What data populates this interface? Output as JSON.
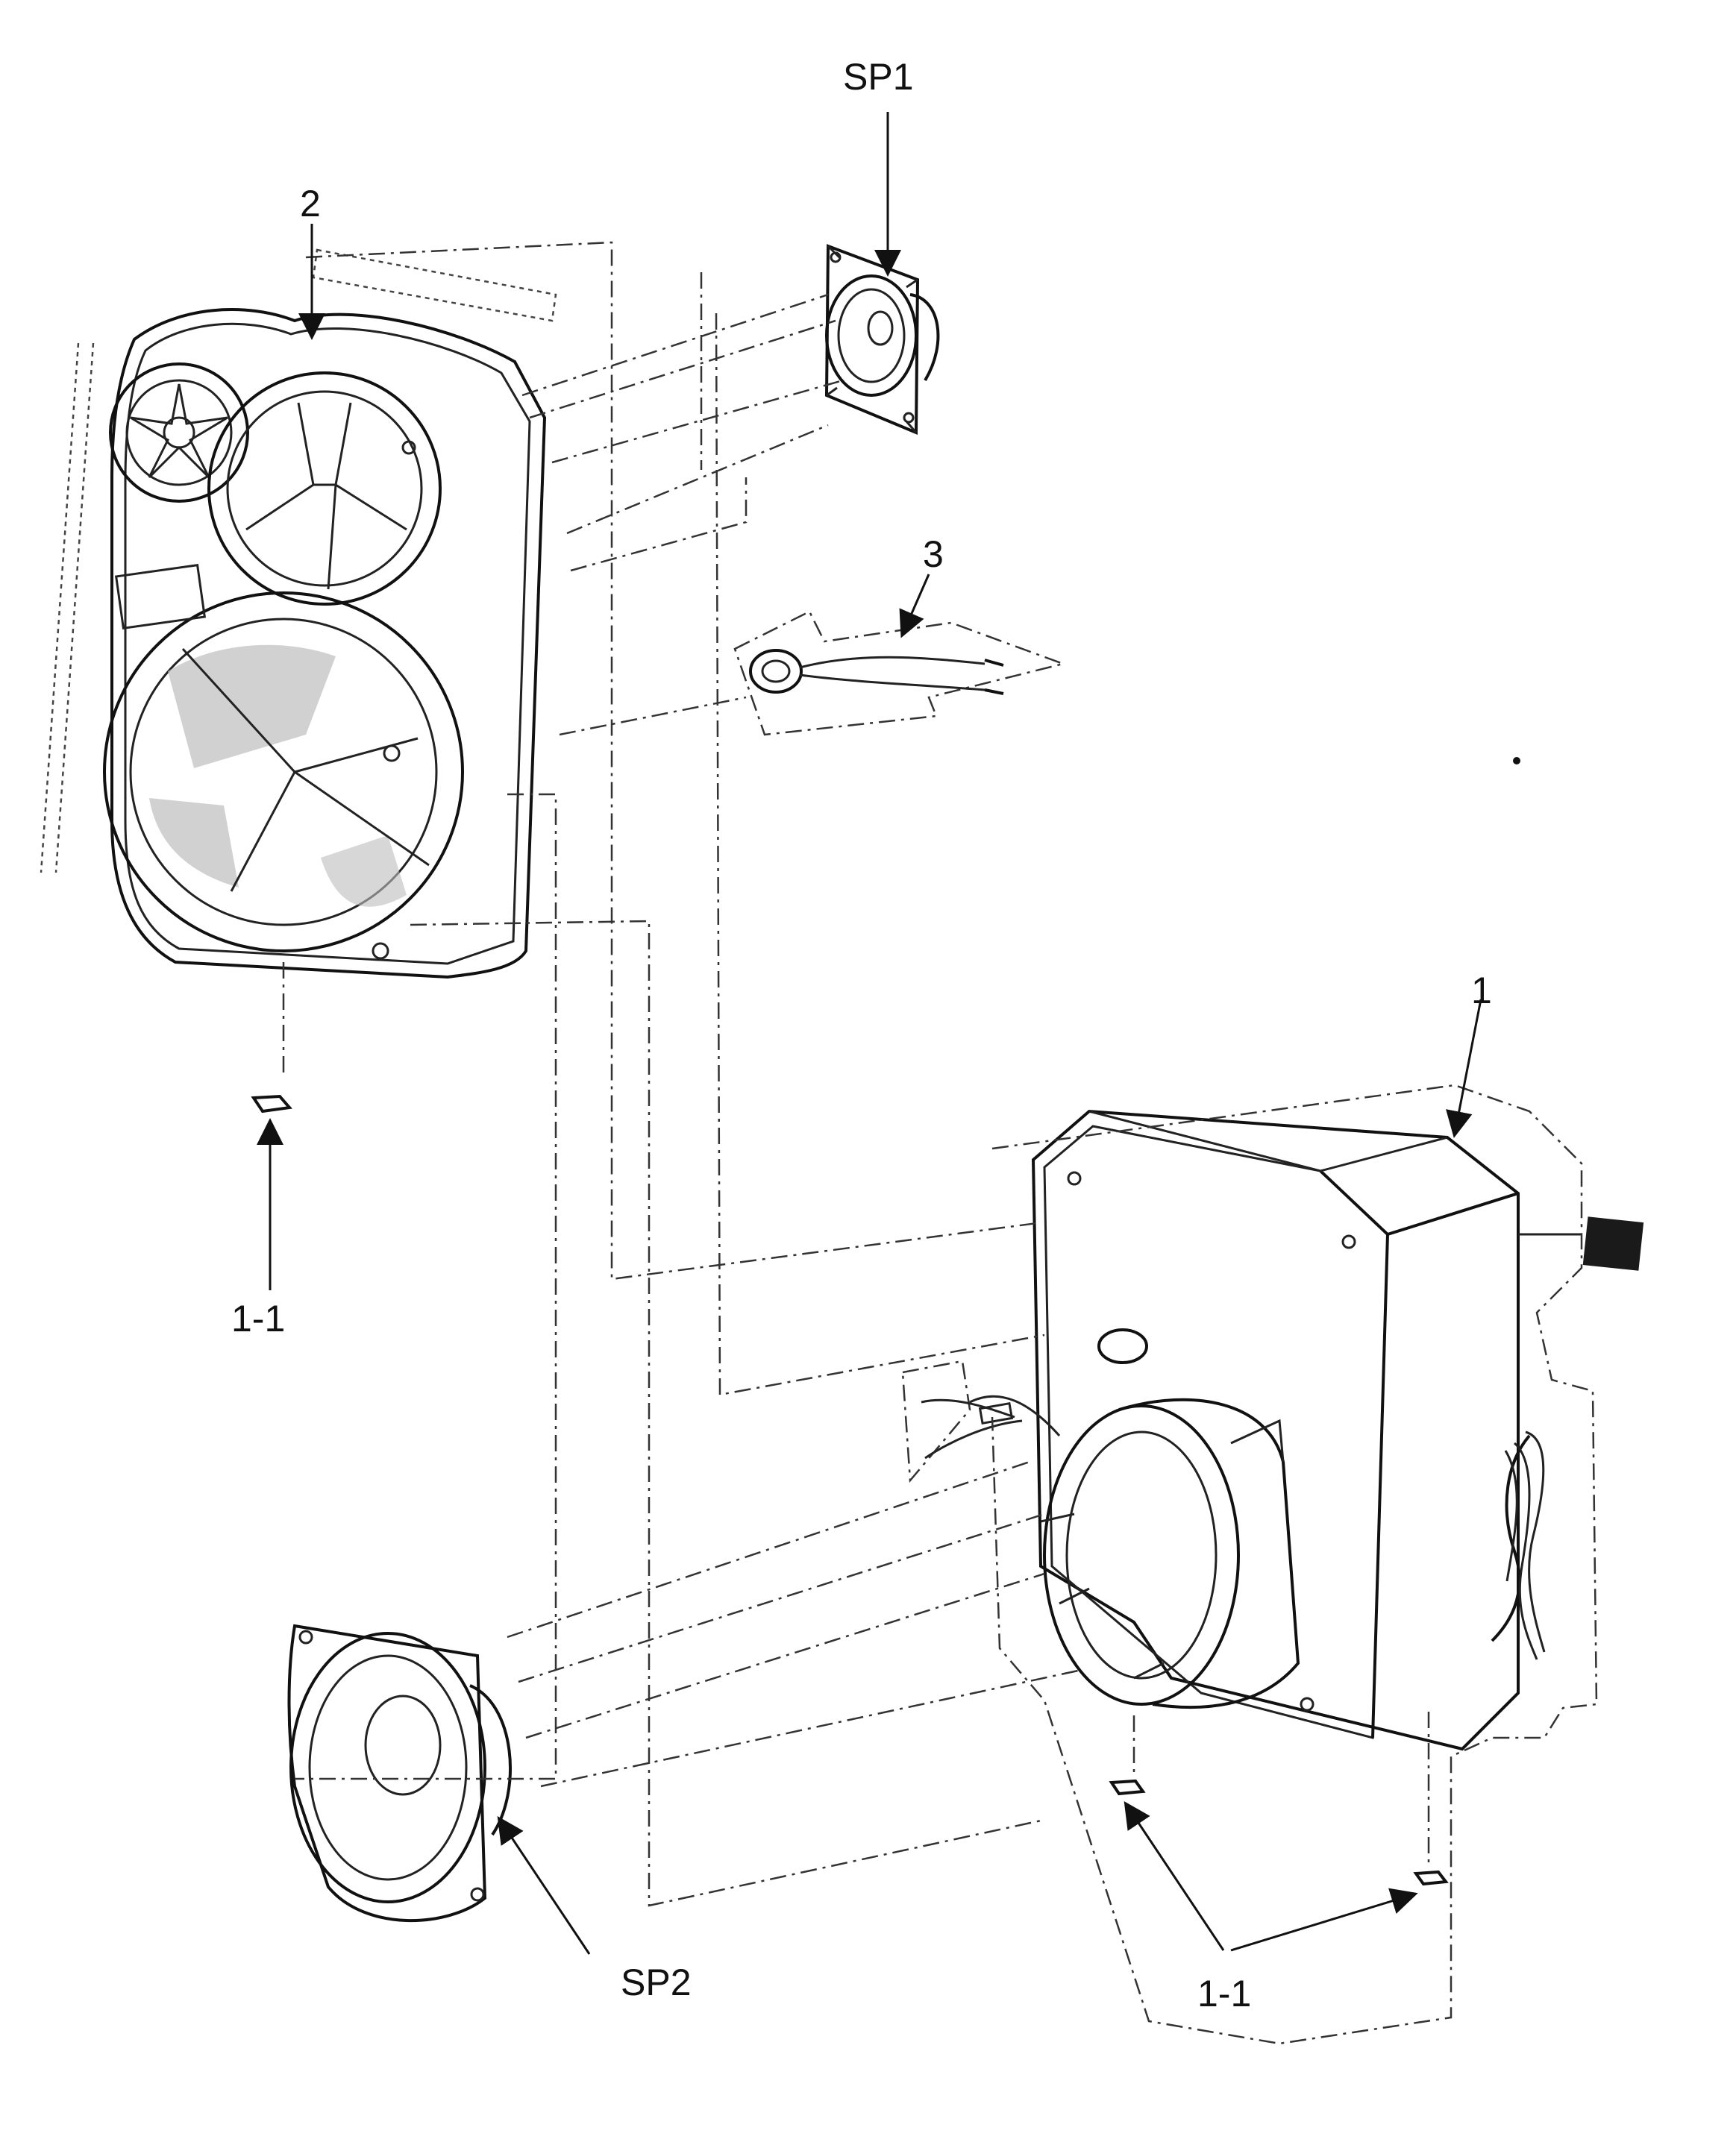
{
  "callouts": {
    "sp1": "SP1",
    "part_2": "2",
    "part_3": "3",
    "part_1": "1",
    "part_1_1_left": "1-1",
    "part_1_1_right": "1-1",
    "sp2": "SP2"
  }
}
